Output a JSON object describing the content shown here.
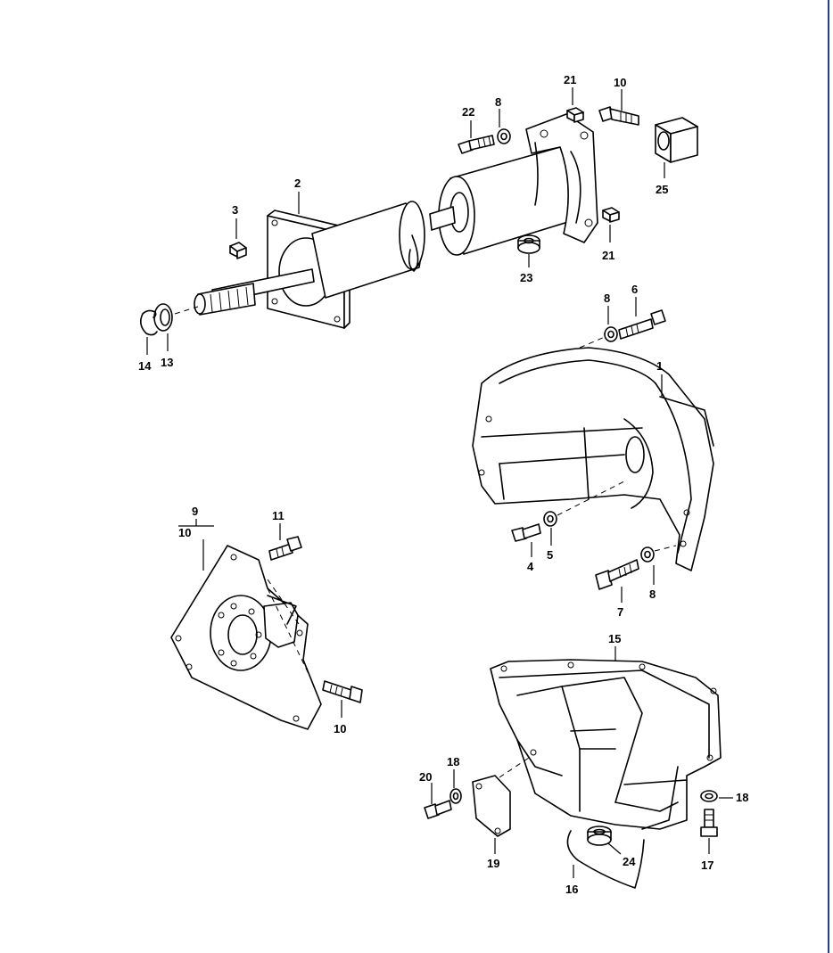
{
  "labels": {
    "l1": "1",
    "l2": "2",
    "l3": "3",
    "l4": "4",
    "l5": "5",
    "l6": "6",
    "l7": "7",
    "l8a": "8",
    "l8b": "8",
    "l8c": "8",
    "l9": "9",
    "l10a": "10",
    "l10b": "10",
    "l10c": "10",
    "l11": "11",
    "l13": "13",
    "l14": "14",
    "l15": "15",
    "l16": "16",
    "l17": "17",
    "l18a": "18",
    "l18b": "18",
    "l19": "19",
    "l20": "20",
    "l21a": "21",
    "l21b": "21",
    "l22": "22",
    "l23": "23",
    "l24": "24",
    "l25": "25"
  },
  "colors": {
    "ink": "#000000",
    "edge": "#1f3f8f"
  }
}
